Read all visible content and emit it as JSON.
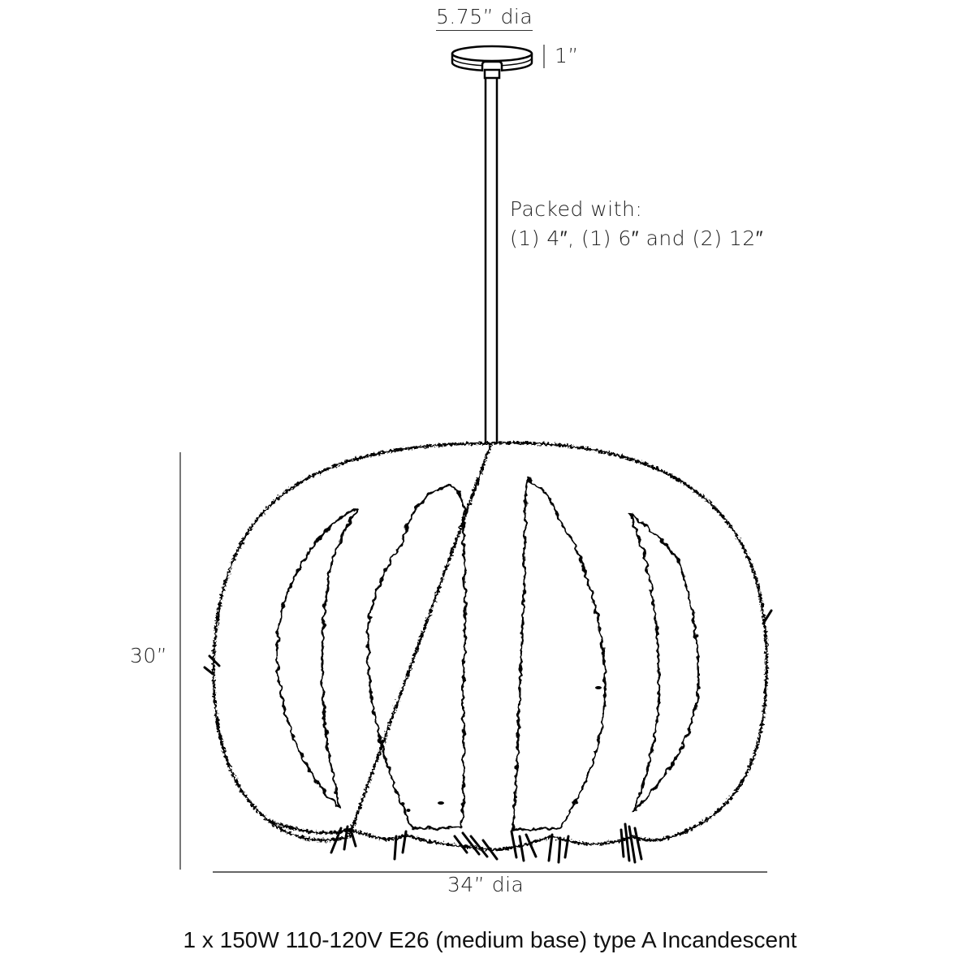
{
  "diagram": {
    "subject": "pendant-light-dimension-drawing",
    "canopy": {
      "diameter_label": "5.75” dia",
      "height_label": "1”"
    },
    "rod": {
      "packed_with_title": "Packed with:",
      "packed_with_detail": "(1) 4″, (1) 6″ and (2) 12″"
    },
    "shade": {
      "height_label": "30”",
      "diameter_label": "34” dia"
    },
    "bulb_spec": "1 x 150W 110-120V E26 (medium base) type A Incandescent",
    "colors": {
      "line": "#000000",
      "dimension_line": "#777777",
      "text": "#222222",
      "background": "#ffffff"
    }
  }
}
